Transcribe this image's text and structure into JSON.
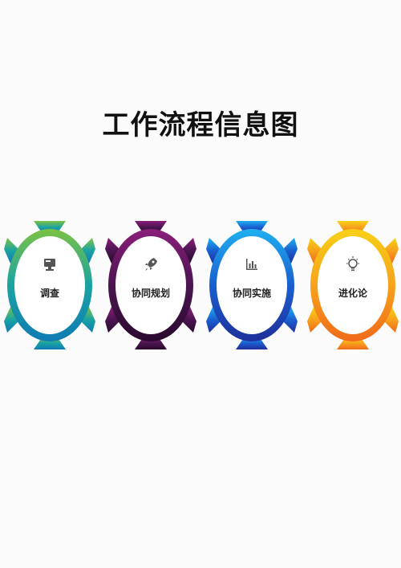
{
  "title": "工作流程信息图",
  "steps": [
    {
      "label": "调查",
      "icon": "monitor-icon",
      "colors": [
        "#7cc242",
        "#1aa3a3",
        "#0f7ab3"
      ]
    },
    {
      "label": "协同规划",
      "icon": "rocket-icon",
      "colors": [
        "#8a1e7a",
        "#4a1550",
        "#2a0a2e"
      ]
    },
    {
      "label": "协同实施",
      "icon": "bar-chart-icon",
      "colors": [
        "#1fb0f0",
        "#1a5fd0",
        "#1f2f9a"
      ]
    },
    {
      "label": "进化论",
      "icon": "lightbulb-icon",
      "colors": [
        "#f7d117",
        "#f7a21b",
        "#f06a1a"
      ]
    }
  ]
}
